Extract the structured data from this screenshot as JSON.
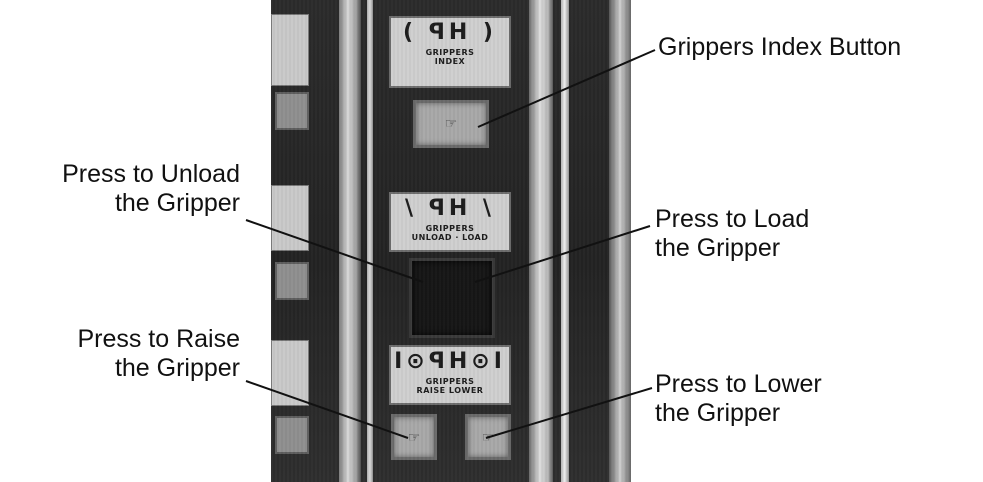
{
  "callouts": {
    "index": {
      "line1": "Grippers Index Button"
    },
    "unload": {
      "line1": "Press to Unload",
      "line2": "the Gripper"
    },
    "load": {
      "line1": "Press to Load",
      "line2": "the Gripper"
    },
    "raise": {
      "line1": "Press to Raise",
      "line2": "the Gripper"
    },
    "lower": {
      "line1": "Press to Lower",
      "line2": "the Gripper"
    }
  },
  "panel": {
    "index_plate": {
      "symbol": "( ꟼH )",
      "caption1": "GRIPPERS",
      "caption2": "INDEX"
    },
    "load_plate": {
      "symbol": "\\ ꟼH \\",
      "caption1": "GRIPPERS",
      "caption2": "UNLOAD · LOAD"
    },
    "raise_plate": {
      "symbol": "I⊙ꟼH⊙I",
      "caption1": "GRIPPERS",
      "caption2": "RAISE    LOWER"
    }
  }
}
